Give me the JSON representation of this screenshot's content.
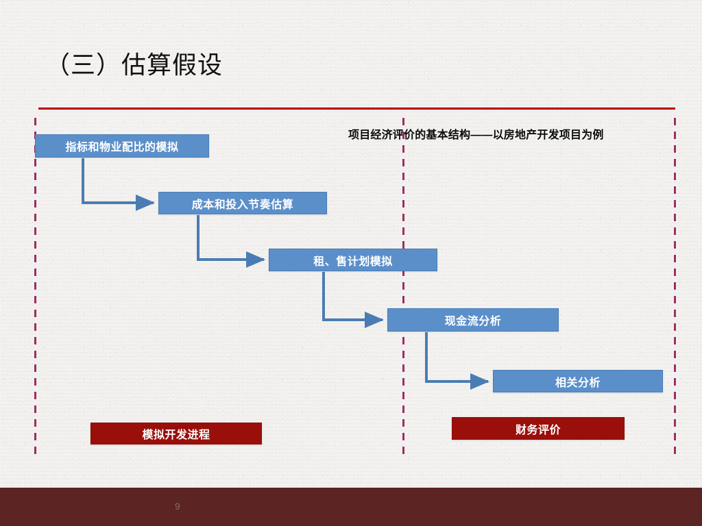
{
  "slide": {
    "title": "（三）估算假设",
    "subtitle": "项目经济评价的基本结构——以房地产开发项目为例",
    "page_number": "9",
    "colors": {
      "background": "#eae8e4",
      "title_rule": "#c00000",
      "dashed_separator": "#9c2d63",
      "process_box": "#5b8fc9",
      "summary_box": "#9b0f0a",
      "bottom_bar": "#5c2423",
      "connector_arrow": "#4a7cb3",
      "page_number_text": "#8d6a68"
    }
  },
  "diagram": {
    "process_steps": [
      {
        "id": "indicator",
        "label": "指标和物业配比的模拟"
      },
      {
        "id": "cost",
        "label": "成本和投入节奏估算"
      },
      {
        "id": "rentsale",
        "label": "租、售计划模拟"
      },
      {
        "id": "cashflow",
        "label": "现金流分析"
      },
      {
        "id": "related",
        "label": "相关分析"
      }
    ],
    "summary_groups": [
      {
        "id": "progress",
        "label": "模拟开发进程"
      },
      {
        "id": "finance",
        "label": "财务评价"
      }
    ],
    "flow_connections": [
      {
        "from": "indicator",
        "to": "cost"
      },
      {
        "from": "cost",
        "to": "rentsale"
      },
      {
        "from": "rentsale",
        "to": "cashflow"
      },
      {
        "from": "cashflow",
        "to": "related"
      }
    ]
  }
}
